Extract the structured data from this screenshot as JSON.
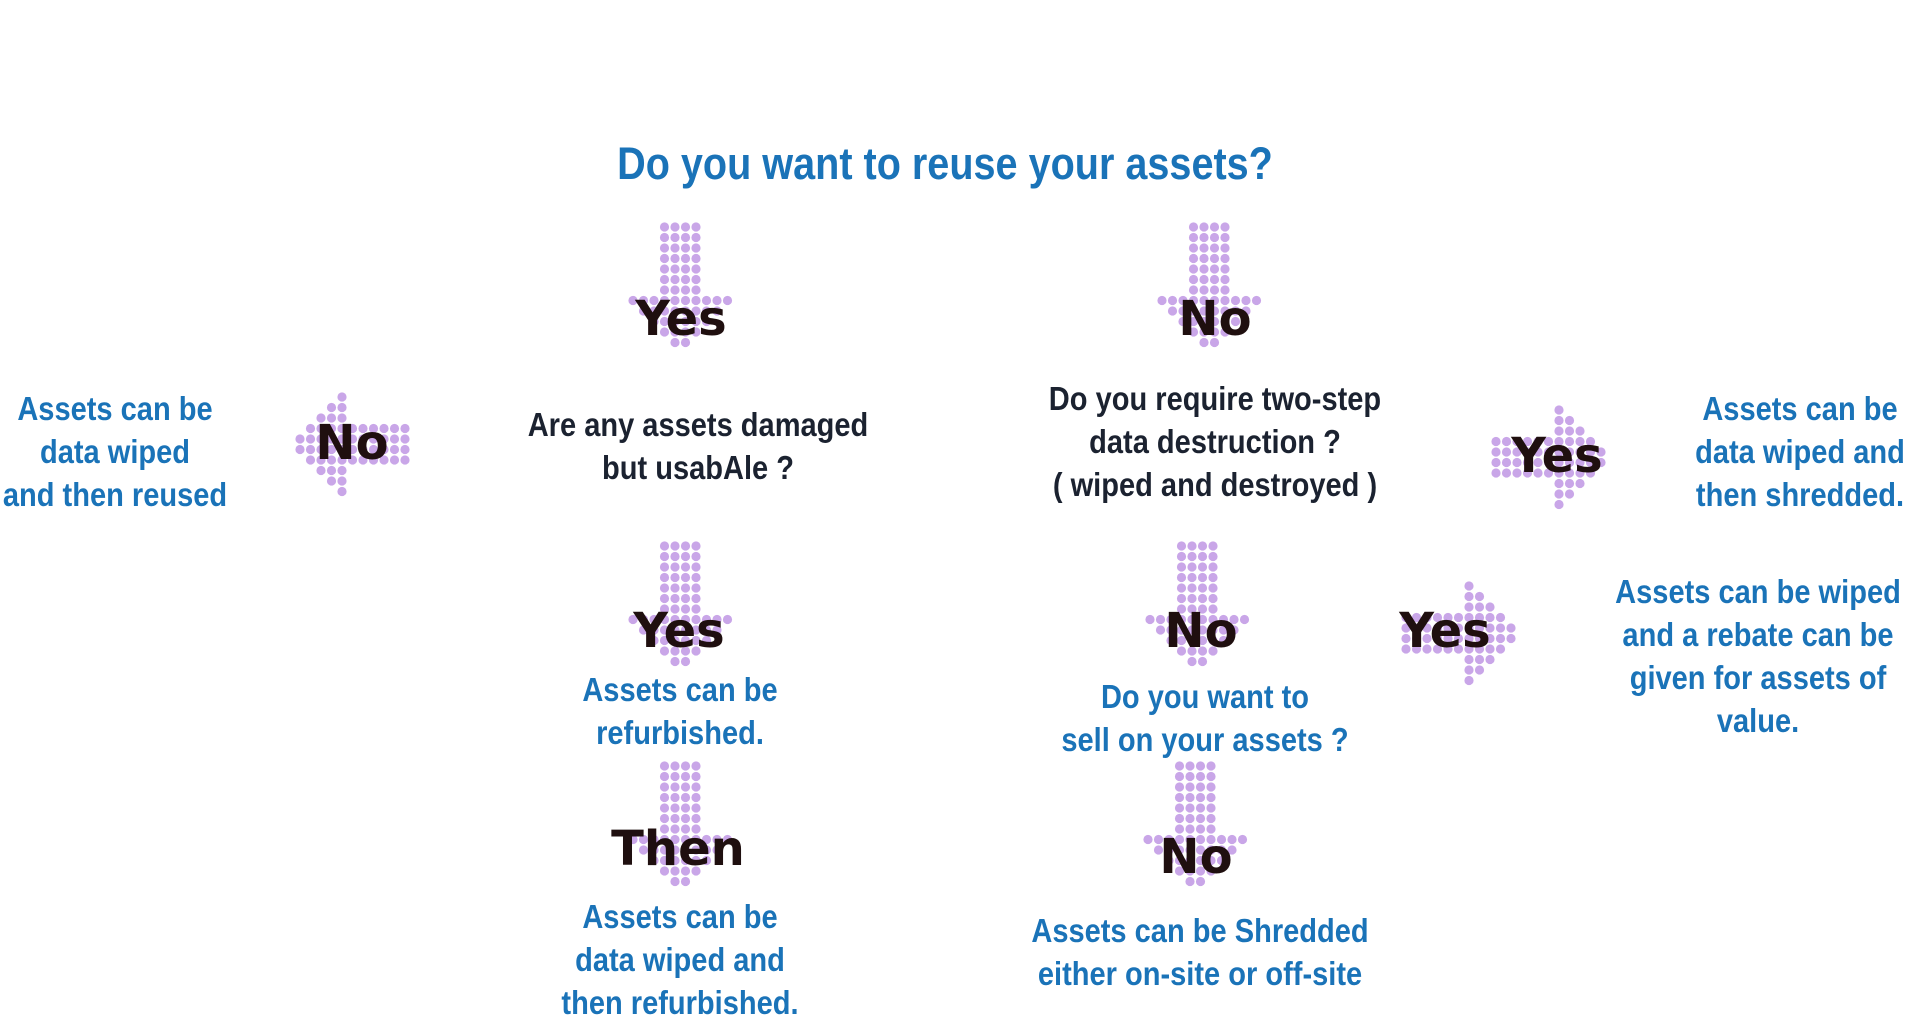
{
  "title": "Do you want to reuse your assets?",
  "colors": {
    "accent": "#1a73b8",
    "question": "#1b2230",
    "arrow_dots": "#c9a6e8",
    "arrow_label": "#1f0f0f"
  },
  "arrow_labels": {
    "a1": "Yes",
    "a2": "No",
    "a3": "No",
    "a4": "Yes",
    "a5": "Yes",
    "a6": "No",
    "a7": "Yes",
    "a8": "Then",
    "a9": "No"
  },
  "questions": {
    "damaged": [
      "Are any assets damaged",
      "but usabAle ?"
    ],
    "two_step": [
      "Do you require two-step",
      "data destruction ?",
      "( wiped and destroyed )"
    ]
  },
  "outcomes": {
    "wiped_reused": [
      "Assets can be",
      "data wiped",
      "and then reused"
    ],
    "wiped_shredded": [
      "Assets can be",
      "data wiped and",
      "then shredded."
    ],
    "wiped_rebate": [
      "Assets can be wiped",
      "and a rebate can be",
      "given for assets of",
      "value."
    ],
    "refurbished": [
      "Assets can be",
      "refurbished."
    ],
    "sell_question": [
      "Do you want to",
      "sell on your assets ?"
    ],
    "wiped_refurbished": [
      "Assets can be",
      "data wiped and",
      "then refurbished."
    ],
    "shredded": [
      "Assets can be Shredded",
      "either on-site or off-site"
    ]
  }
}
